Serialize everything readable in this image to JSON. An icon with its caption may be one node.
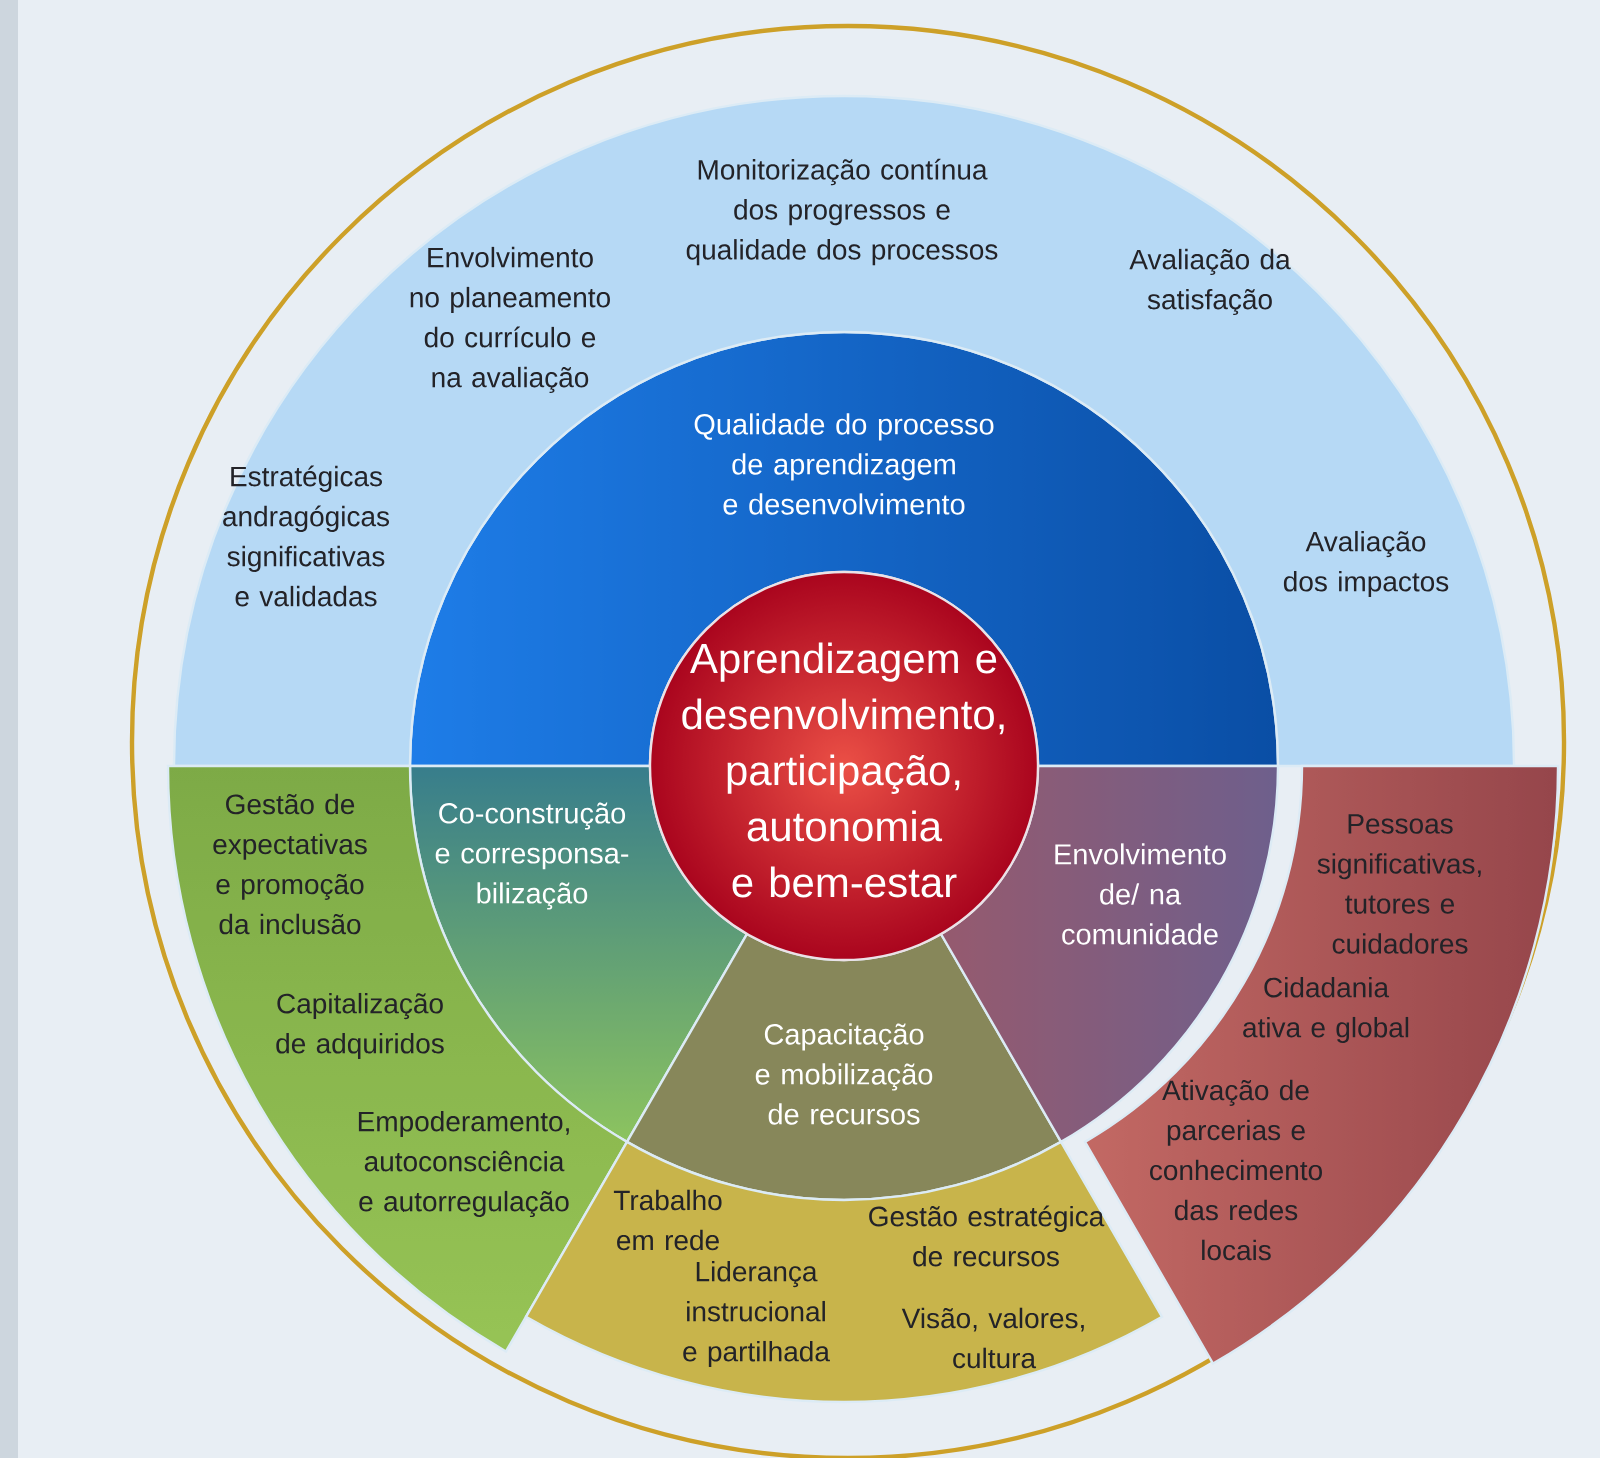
{
  "diagram": {
    "nodes": [
      {
        "text": [
          "Aprendizagem e desenvolvimento, participação, autonomia e bem-estar"
        ]
      },
      {
        "text": [
          "Qualidade do processo de aprendizagem e desenvolvimento"
        ]
      },
      {
        "text": [
          "Monitorização contínua dos progressos e qualidade dos processos",
          "Envolvimento no planeamento do currículo e na avaliação",
          "Avaliação da satisfação",
          "Estratégicas andragógicas significativas e validadas",
          "Avaliação dos impactos"
        ]
      },
      {
        "text": [
          "Co-construção e corresponsa- bilização"
        ]
      },
      {
        "text": [
          "Gestão de expectativas e promoção da inclusão",
          "Capitalização de adquiridos",
          "Empoderamento, autoconsciência e autorregulação"
        ]
      },
      {
        "text": [
          "Capacitação e mobilização de recursos"
        ]
      },
      {
        "text": [
          "Trabalho em rede",
          "Gestão estratégica de recursos",
          "Liderança instrucional e partilhada",
          "Visão, valores, cultura"
        ]
      },
      {
        "text": [
          "Envolvimento de/ na comunidade"
        ]
      },
      {
        "text": [
          "Pessoas significativas, tutores e cuidadores",
          "Cidadania ativa e global",
          "Ativação de parcerias e conhecimento das redes locais"
        ]
      }
    ]
  }
}
